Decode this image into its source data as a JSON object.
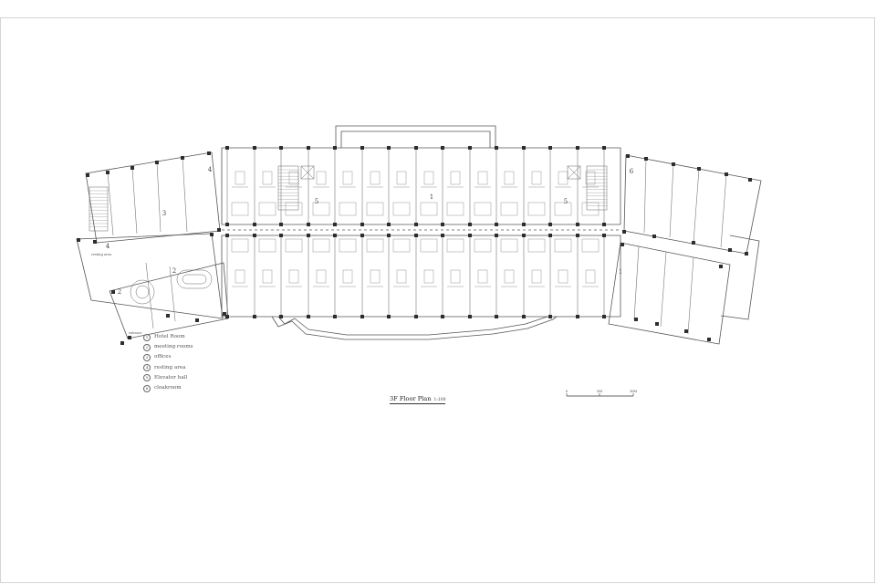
{
  "drawing": {
    "title": "3F Floor Plan",
    "scale": "1:100",
    "room_numbers": [
      "4",
      "3",
      "2",
      "2",
      "5",
      "1",
      "5",
      "6",
      "1",
      "4"
    ],
    "labels": {
      "resting_area": "resting area",
      "entrance": "entrance"
    }
  },
  "legend": [
    {
      "num": "1",
      "label": "Hotel Room"
    },
    {
      "num": "2",
      "label": "meeting rooms"
    },
    {
      "num": "3",
      "label": "offices"
    },
    {
      "num": "4",
      "label": "resting area"
    },
    {
      "num": "5",
      "label": "Elevator hall"
    },
    {
      "num": "6",
      "label": "cloakroom"
    }
  ],
  "scale_bar": {
    "ticks": [
      "0",
      "5M",
      "10M"
    ]
  }
}
